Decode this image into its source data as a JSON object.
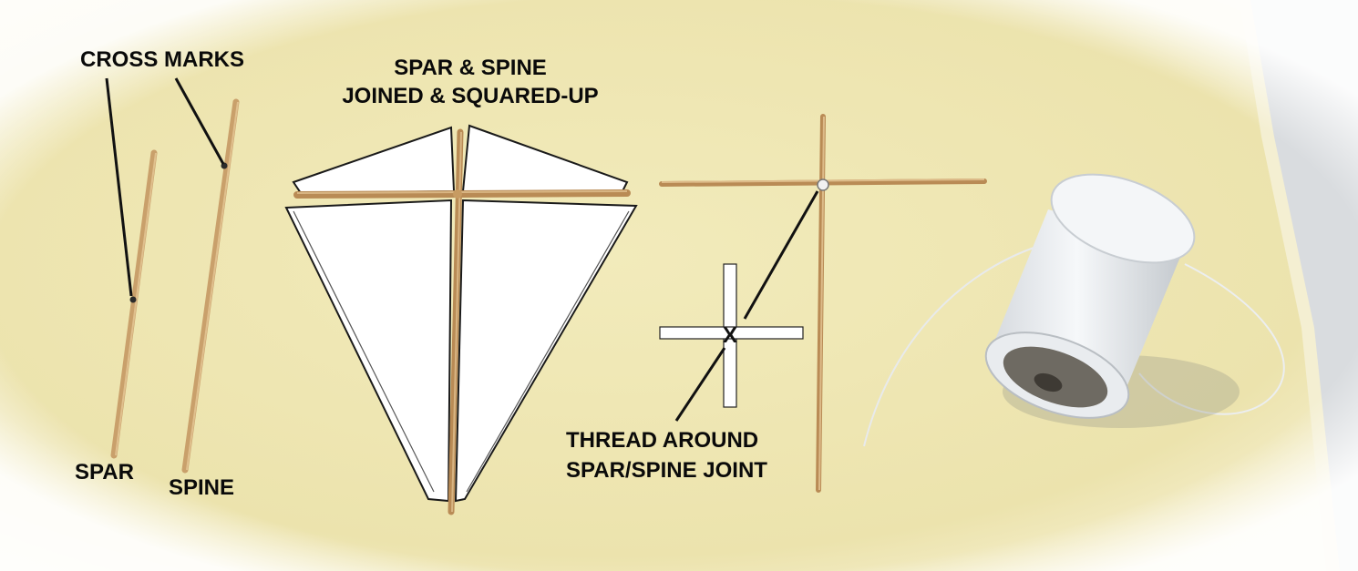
{
  "labels": {
    "cross_marks": "CROSS MARKS",
    "spar": "SPAR",
    "spine": "SPINE",
    "joined_line1": "SPAR & SPINE",
    "joined_line2": "JOINED & SQUARED-UP",
    "thread_line1": "THREAD AROUND",
    "thread_line2": "SPAR/SPINE JOINT",
    "diagram_mark": "X"
  },
  "colors": {
    "paper": "#efe7b4",
    "paper_edge": "#faf6df",
    "stick": "#c9a06b",
    "stick_dark": "#8d6a3f",
    "kite_sail": "#ffffff",
    "outline": "#1a1a1a",
    "spool": "#e9ecef",
    "spool_shadow": "#7a7d80"
  },
  "icons": [
    "kite-sail",
    "bamboo-spar",
    "bamboo-spine",
    "thread-spool",
    "cross-diagram"
  ]
}
